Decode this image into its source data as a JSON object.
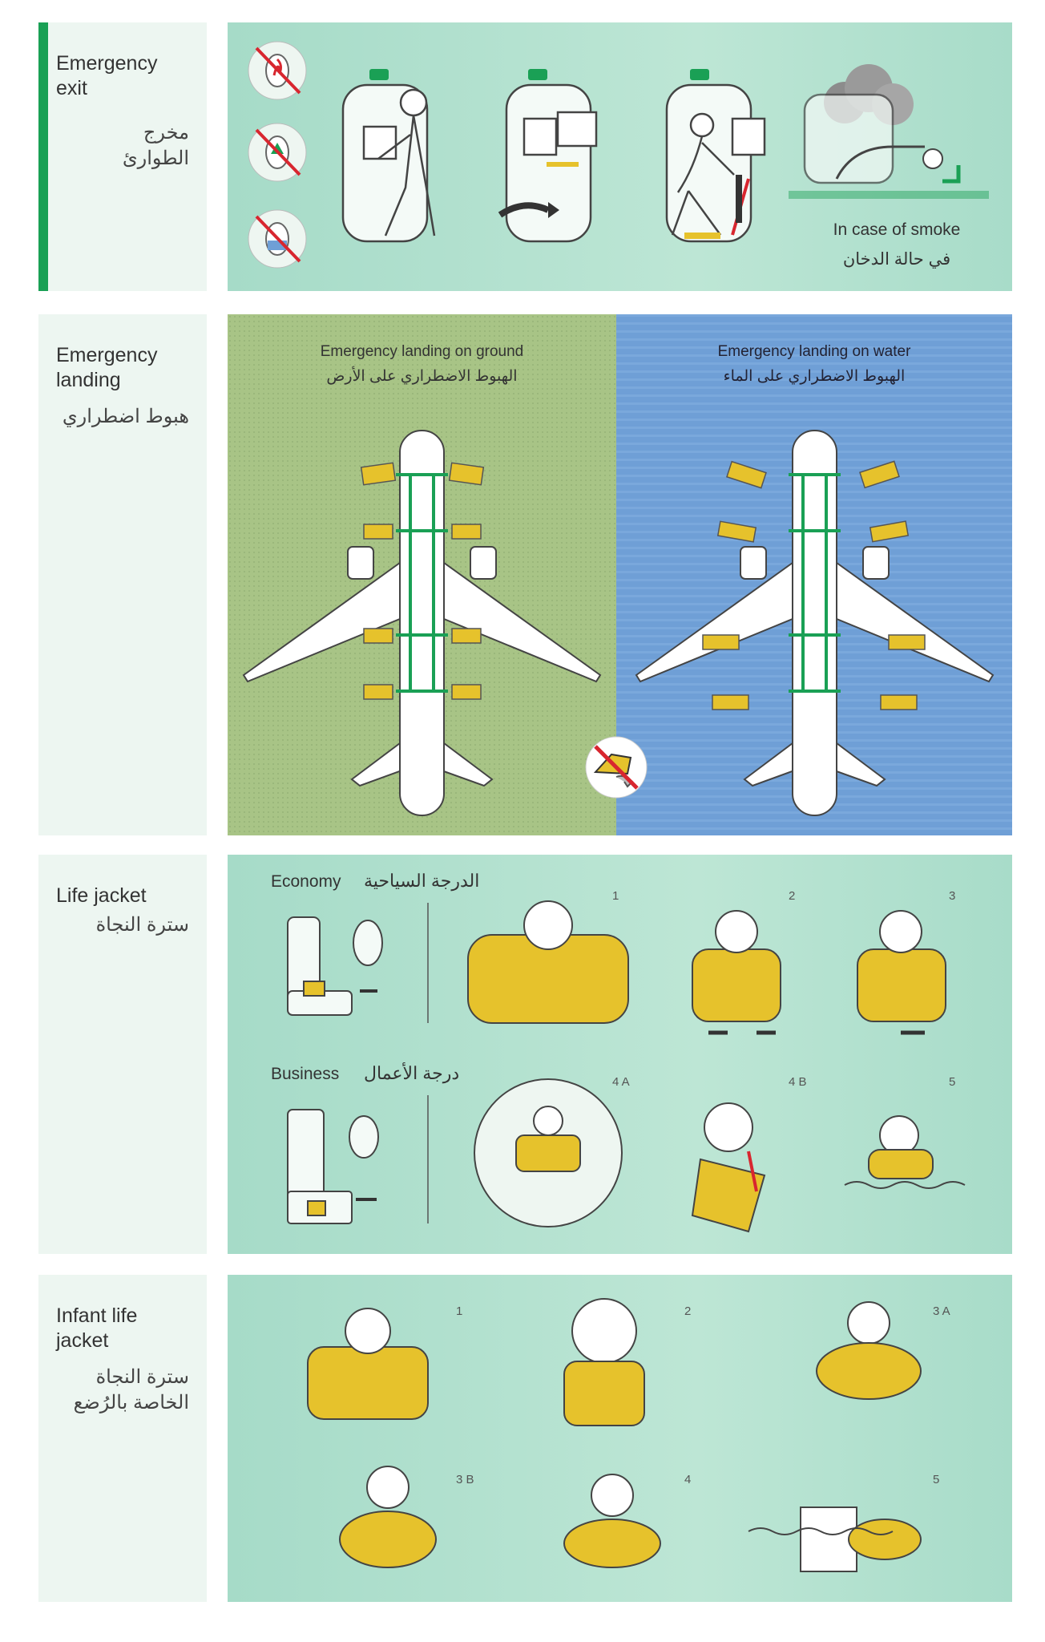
{
  "sections": {
    "exit": {
      "title_en": "Emergency\nexit",
      "title_ar": "مخرج\nالطوارئ",
      "smoke_en": "In case of smoke",
      "smoke_ar": "في حالة الدخان"
    },
    "landing": {
      "title_en": "Emergency\nlanding",
      "title_ar": "هبوط اضطراري",
      "ground_en": "Emergency landing on ground",
      "ground_ar": "الهبوط الاضطراري على الأرض",
      "water_en": "Emergency landing on water",
      "water_ar": "الهبوط الاضطراري على الماء"
    },
    "lifejacket": {
      "title_en": "Life jacket",
      "title_ar": "سترة النجاة",
      "economy_en": "Economy",
      "economy_ar": "الدرجة السياحية",
      "business_en": "Business",
      "business_ar": "درجة الأعمال",
      "steps": [
        "1",
        "2",
        "3",
        "4 A",
        "4 B",
        "5"
      ]
    },
    "infant": {
      "title_en": "Infant life\njacket",
      "title_ar": "سترة النجاة\nالخاصة بالرُضع",
      "steps": [
        "1",
        "2",
        "3 A",
        "3 B",
        "4",
        "5"
      ]
    }
  },
  "colors": {
    "mint": "#a6dbc8",
    "ground": "#a8c486",
    "water": "#6f9fd6",
    "yellow": "#e6c22c",
    "green": "#1aa055",
    "red": "#d8262f"
  }
}
